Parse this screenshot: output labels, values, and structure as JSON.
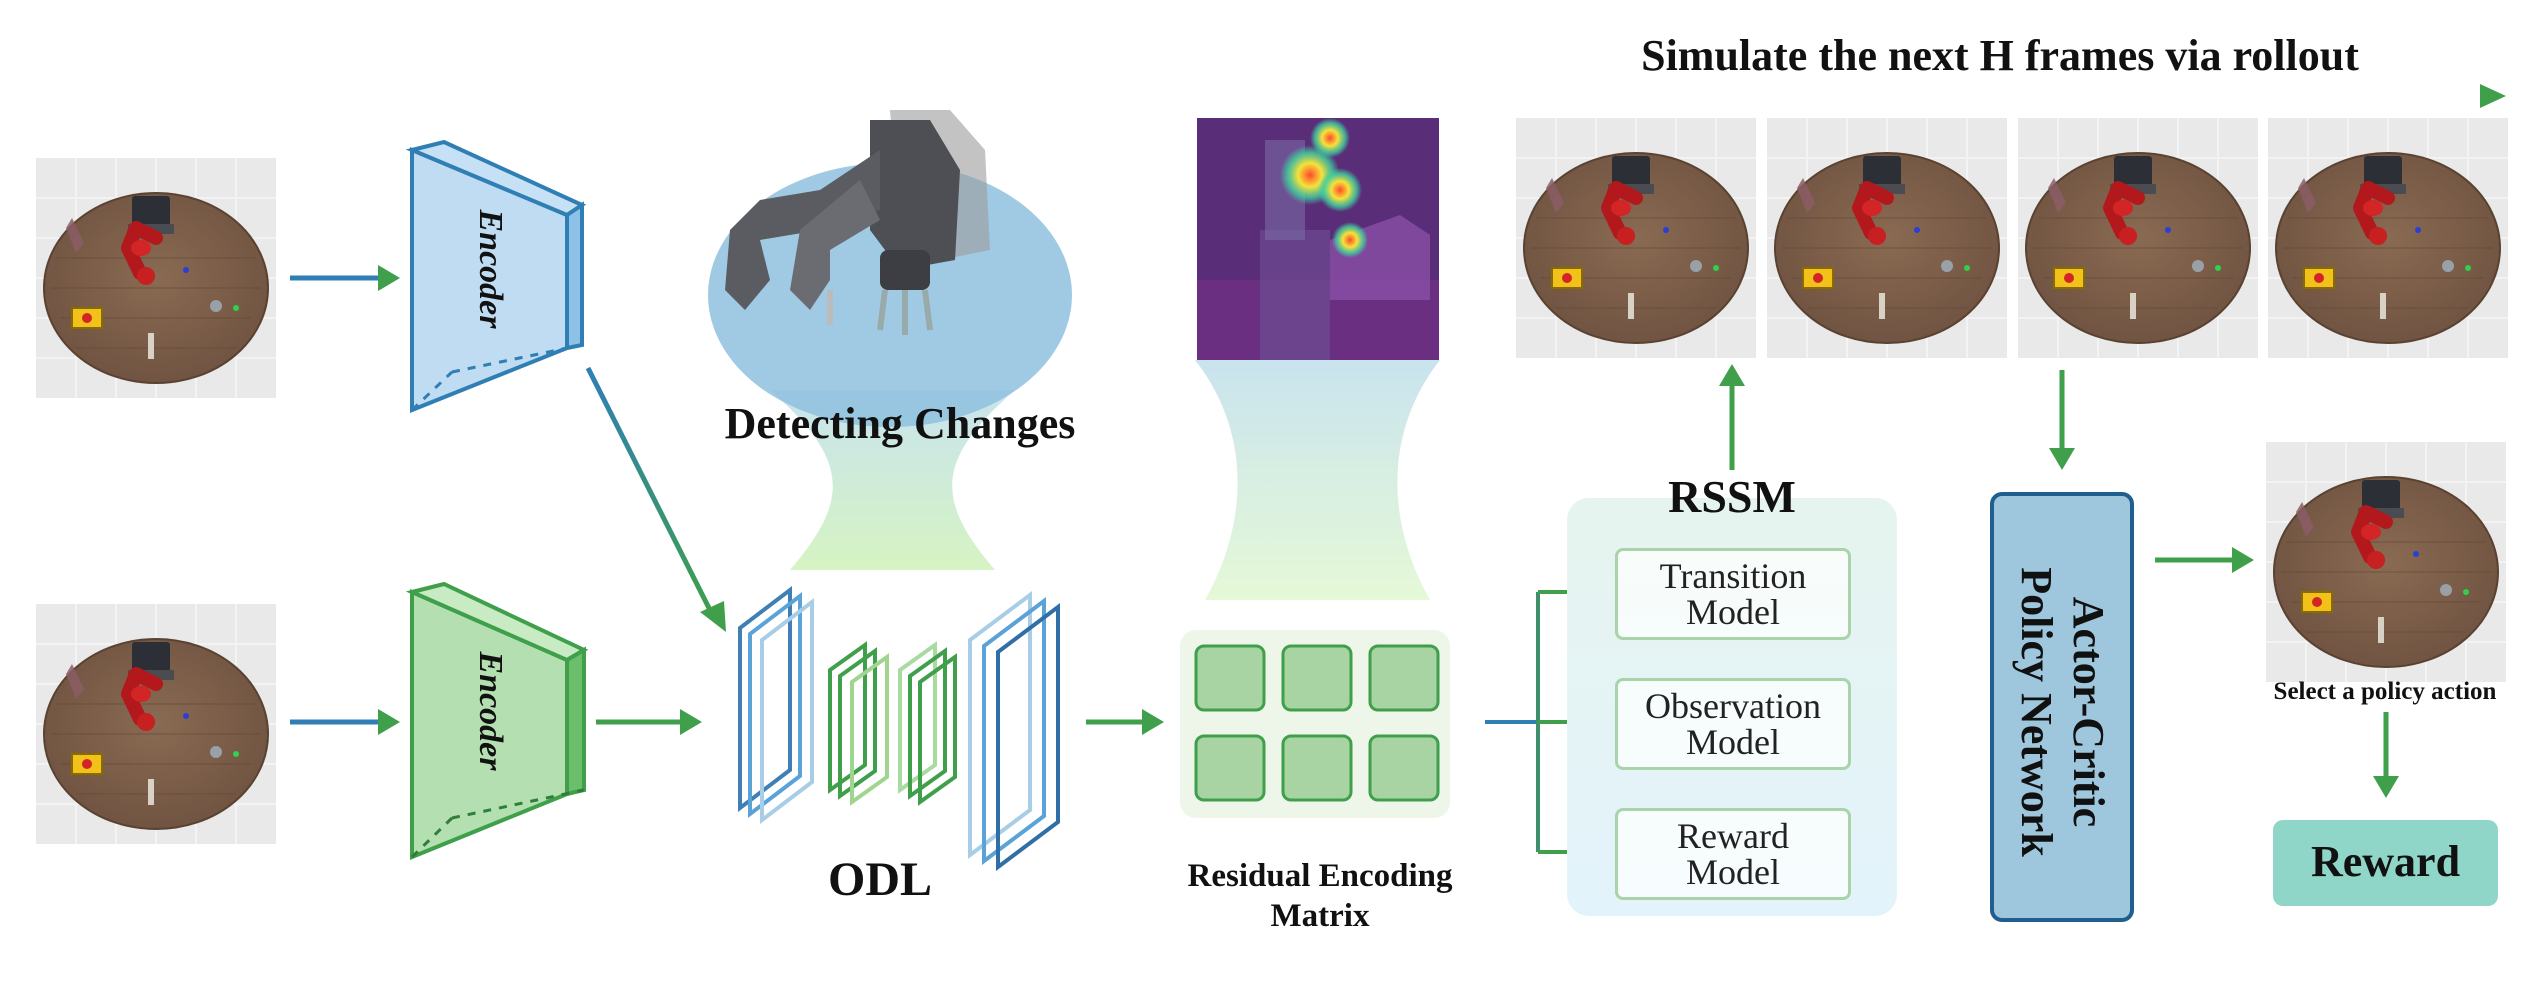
{
  "top_label": "Simulate the next H frames via rollout",
  "encoder_label": "Encoder",
  "detecting_label": "Detecting Changes",
  "odl_label": "ODL",
  "residual_label": "Residual Encoding\nMatrix",
  "rssm_label": "RSSM",
  "models": [
    "Transition\nModel",
    "Observation\nModel",
    "Reward\nModel"
  ],
  "actor_critic_label": "Actor-Critic\nPolicy Network",
  "select_label": "Select a policy action",
  "reward_label": "Reward",
  "colors": {
    "blue": "#2f7fb5",
    "green": "#3f9f4a",
    "light_green": "#c8e6c8",
    "actor_fill": "#9ec6dc",
    "reward_fill": "#8fd6c8"
  }
}
